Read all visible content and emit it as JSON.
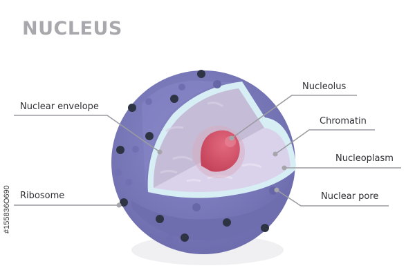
{
  "title": "NUCLEUS",
  "stock_id": "#155836O690",
  "labels": {
    "nuclear_envelope": "Nuclear envelope",
    "ribosome": "Ribosome",
    "nucleolus": "Nucleolus",
    "chromatin": "Chromatin",
    "nucleoplasm": "Nucleoplasm",
    "nuclear_pore": "Nuclear pore"
  },
  "colors": {
    "title": "#a9a9ad",
    "sphere_outer": "#7f7fc0",
    "sphere_shadow": "#6a6aa8",
    "envelope_edge": "#d7eef5",
    "chromatin": "#c9c2dc",
    "nucleoplasm": "#d9d1ea",
    "nucleolus": "#d24e66",
    "ribosome": "#2f3445",
    "leader_line": "#9b9ba0"
  }
}
